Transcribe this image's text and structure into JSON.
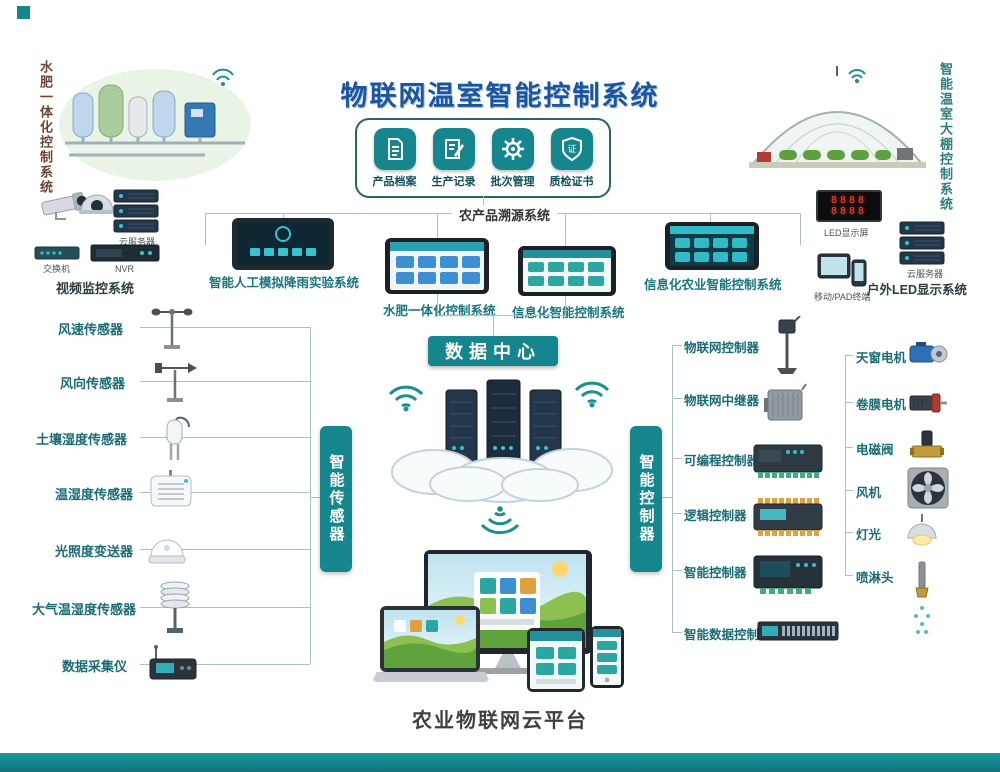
{
  "colors": {
    "accent": "#15858e",
    "title_blue": "#1a55a0",
    "led_red": "#ff3b30",
    "server_navy": "#24364a"
  },
  "title": "物联网温室智能控制系统",
  "left_system": {
    "label": "水肥一体化控制系统"
  },
  "right_system": {
    "label": "智能温室大棚控制系统"
  },
  "traceability": {
    "system_label": "农产品溯源系统",
    "items": [
      {
        "label": "产品档案",
        "icon": "archive-file-icon"
      },
      {
        "label": "生产记录",
        "icon": "production-record-icon"
      },
      {
        "label": "批次管理",
        "icon": "batch-gear-icon"
      },
      {
        "label": "质检证书",
        "icon": "certificate-badge-icon",
        "glyph": "证"
      }
    ]
  },
  "video_system": {
    "label": "视频监控系统",
    "cloud_server_label": "云服务器",
    "switch_label": "交换机",
    "nvr_label": "NVR"
  },
  "control_row": {
    "rain_lab_label": "智能人工模拟降雨实验系统",
    "fertigation_label": "水肥一体化控制系统",
    "info_control_label": "信息化智能控制系统",
    "info_agri_label": "信息化农业智能控制系统"
  },
  "led_cluster": {
    "led_screen_label": "LED显示屏",
    "led_lines": [
      "8888",
      "8888"
    ],
    "mobile_label": "移动/PAD终端",
    "cloud_server_label": "云服务器",
    "outdoor_led_label": "户外LED显示系统"
  },
  "data_center": {
    "label": "数据中心"
  },
  "sensors": {
    "group_label": "智能传感器",
    "items": [
      {
        "label": "风速传感器",
        "icon": "anemometer-icon"
      },
      {
        "label": "风向传感器",
        "icon": "wind-vane-icon"
      },
      {
        "label": "土壤湿度传感器",
        "icon": "soil-moisture-sensor-icon"
      },
      {
        "label": "温湿度传感器",
        "icon": "temp-humidity-sensor-icon"
      },
      {
        "label": "光照度变送器",
        "icon": "light-transmitter-icon"
      },
      {
        "label": "大气温湿度传感器",
        "icon": "atmosphere-sensor-icon"
      },
      {
        "label": "数据采集仪",
        "icon": "data-logger-icon"
      }
    ]
  },
  "controllers": {
    "group_label": "智能控制器",
    "items": [
      {
        "label": "物联网控制器",
        "icon": "iot-controller-icon"
      },
      {
        "label": "物联网中继器",
        "icon": "iot-repeater-icon"
      },
      {
        "label": "可编程控制器",
        "icon": "plc-icon"
      },
      {
        "label": "逻辑控制器",
        "icon": "logic-controller-icon"
      },
      {
        "label": "智能控制器",
        "icon": "smart-controller-icon"
      },
      {
        "label": "智能数据控制器",
        "icon": "data-controller-icon"
      }
    ]
  },
  "actuators": {
    "items": [
      {
        "label": "天窗电机",
        "icon": "skylight-motor-icon"
      },
      {
        "label": "卷膜电机",
        "icon": "roll-film-motor-icon"
      },
      {
        "label": "电磁阀",
        "icon": "solenoid-valve-icon"
      },
      {
        "label": "风机",
        "icon": "fan-icon"
      },
      {
        "label": "灯光",
        "icon": "light-lamp-icon"
      },
      {
        "label": "喷淋头",
        "icon": "sprinkler-icon"
      }
    ]
  },
  "platform": {
    "label": "农业物联网云平台"
  }
}
